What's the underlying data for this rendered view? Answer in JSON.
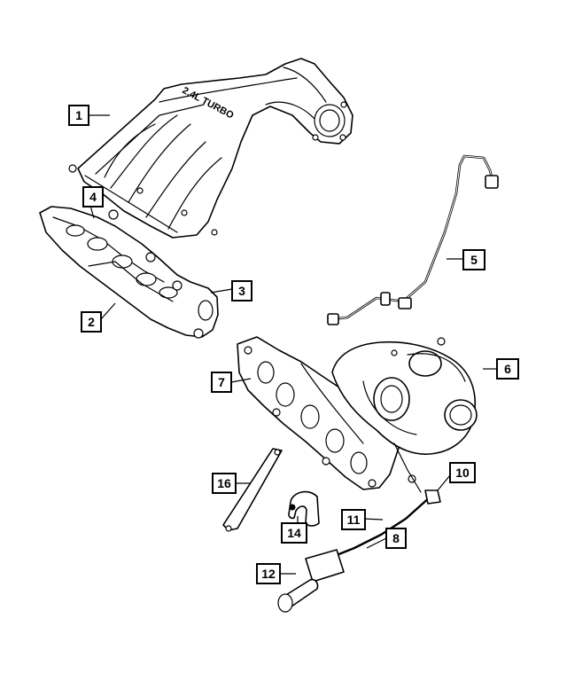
{
  "cast_text": "2.4L TURBO",
  "callouts": [
    {
      "id": "1",
      "label": "1"
    },
    {
      "id": "2",
      "label": "2"
    },
    {
      "id": "3",
      "label": "3"
    },
    {
      "id": "4",
      "label": "4"
    },
    {
      "id": "5",
      "label": "5"
    },
    {
      "id": "6",
      "label": "6"
    },
    {
      "id": "7",
      "label": "7"
    },
    {
      "id": "8",
      "label": "8"
    },
    {
      "id": "10",
      "label": "10"
    },
    {
      "id": "11",
      "label": "11"
    },
    {
      "id": "12",
      "label": "12"
    },
    {
      "id": "14",
      "label": "14"
    },
    {
      "id": "16",
      "label": "16"
    }
  ]
}
